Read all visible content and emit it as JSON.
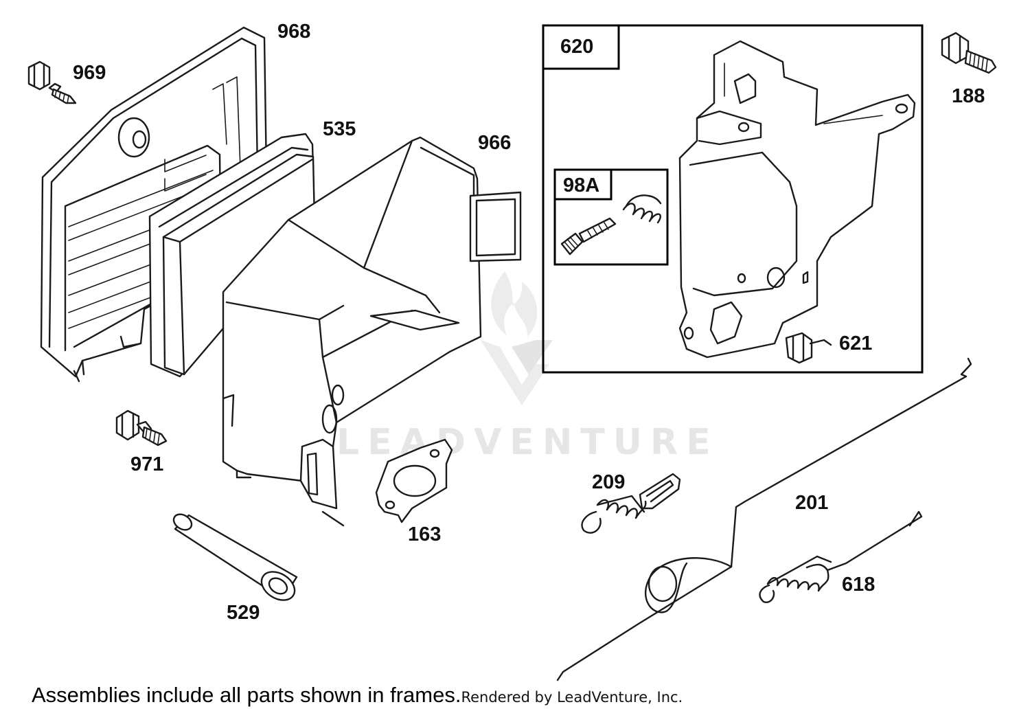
{
  "watermark": {
    "brand": "LEADVENTURE"
  },
  "frames": {
    "main": {
      "label": "620"
    },
    "sub": {
      "label": "98A"
    }
  },
  "parts": {
    "p968": "968",
    "p969": "969",
    "p535": "535",
    "p966": "966",
    "p188": "188",
    "p621": "621",
    "p971": "971",
    "p163": "163",
    "p209": "209",
    "p201": "201",
    "p618": "618",
    "p529": "529"
  },
  "footer": {
    "note": "Assemblies include all parts shown in frames.",
    "credit": "Rendered by LeadVenture, Inc."
  }
}
